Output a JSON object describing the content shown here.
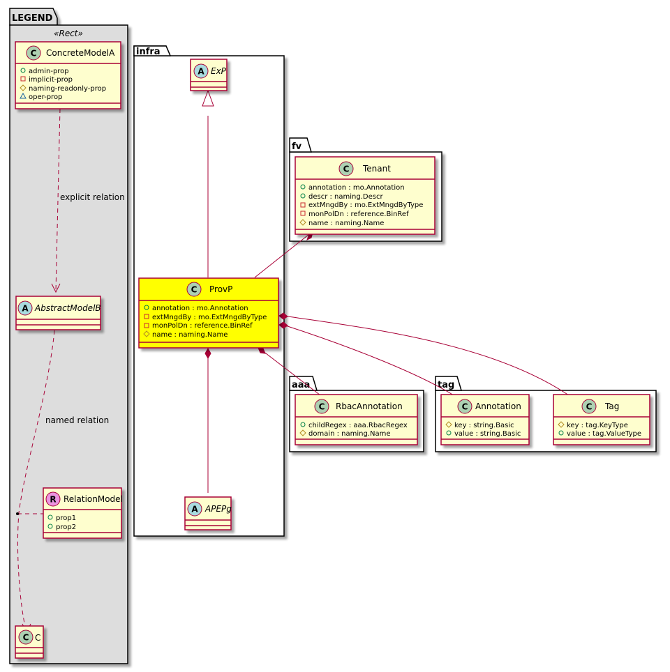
{
  "packages": {
    "legend": {
      "name": "LEGEND",
      "stereotype": "«Rect»"
    },
    "infra": {
      "name": "infra"
    },
    "fv": {
      "name": "fv"
    },
    "aaa": {
      "name": "aaa"
    },
    "tag": {
      "name": "tag"
    }
  },
  "colors": {
    "class_fill": "#FEFECE",
    "class_border": "#A80036",
    "highlight_fill": "#FFFF00",
    "legend_bg": "#DDDDDD",
    "class_circle": "#ADD1B2",
    "abstract_circle": "#A9DCDF",
    "relation_circle": "#EB93DF",
    "public_icon": "#038048",
    "private_icon": "#C82930",
    "protected_icon": "#B38D22",
    "package_icon": "#1963A0"
  },
  "classes": {
    "concreteModelA": {
      "name": "ConcreteModelA",
      "kind": "C",
      "attributes": [
        {
          "visibility": "public",
          "text": "admin-prop"
        },
        {
          "visibility": "private",
          "text": "implicit-prop"
        },
        {
          "visibility": "protected",
          "text": "naming-readonly-prop"
        },
        {
          "visibility": "package",
          "text": "oper-prop"
        }
      ]
    },
    "abstractModelB": {
      "name": "AbstractModelB",
      "kind": "A",
      "attributes": []
    },
    "relationModel": {
      "name": "RelationModel",
      "kind": "R",
      "attributes": [
        {
          "visibility": "public",
          "text": "prop1"
        },
        {
          "visibility": "public",
          "text": "prop2"
        }
      ]
    },
    "c": {
      "name": "C",
      "kind": "C",
      "attributes": []
    },
    "exP": {
      "name": "ExP",
      "kind": "A",
      "attributes": []
    },
    "provP": {
      "name": "ProvP",
      "kind": "C",
      "highlighted": true,
      "attributes": [
        {
          "visibility": "public",
          "text": "annotation : mo.Annotation"
        },
        {
          "visibility": "private",
          "text": "extMngdBy : mo.ExtMngdByType"
        },
        {
          "visibility": "private",
          "text": "monPolDn : reference.BinRef"
        },
        {
          "visibility": "protected",
          "text": "name : naming.Name"
        }
      ]
    },
    "apePg": {
      "name": "APEPg",
      "kind": "A",
      "attributes": []
    },
    "tenant": {
      "name": "Tenant",
      "kind": "C",
      "attributes": [
        {
          "visibility": "public",
          "text": "annotation : mo.Annotation"
        },
        {
          "visibility": "public",
          "text": "descr : naming.Descr"
        },
        {
          "visibility": "private",
          "text": "extMngdBy : mo.ExtMngdByType"
        },
        {
          "visibility": "private",
          "text": "monPolDn : reference.BinRef"
        },
        {
          "visibility": "protected",
          "text": "name : naming.Name"
        }
      ]
    },
    "rbacAnnotation": {
      "name": "RbacAnnotation",
      "kind": "C",
      "attributes": [
        {
          "visibility": "public",
          "text": "childRegex : aaa.RbacRegex"
        },
        {
          "visibility": "protected",
          "text": "domain : naming.Name"
        }
      ]
    },
    "annotation": {
      "name": "Annotation",
      "kind": "C",
      "attributes": [
        {
          "visibility": "protected",
          "text": "key : string.Basic"
        },
        {
          "visibility": "public",
          "text": "value : string.Basic"
        }
      ]
    },
    "tag": {
      "name": "Tag",
      "kind": "C",
      "attributes": [
        {
          "visibility": "protected",
          "text": "key : tag.KeyType"
        },
        {
          "visibility": "public",
          "text": "value : tag.ValueType"
        }
      ]
    }
  },
  "relations": {
    "explicit_label": "explicit relation",
    "named_label": "named relation"
  }
}
